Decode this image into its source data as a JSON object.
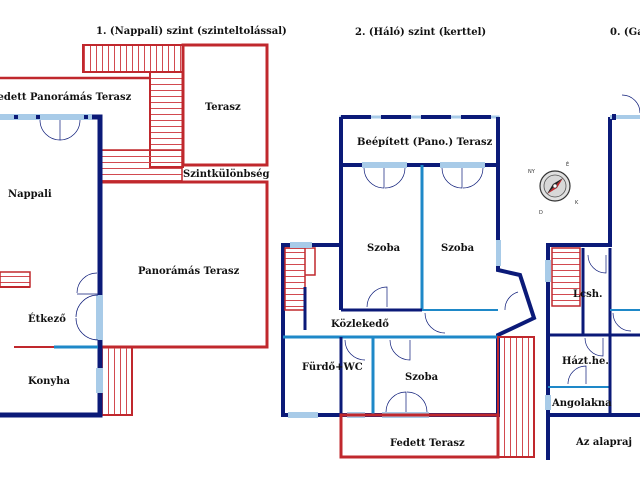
{
  "headings": {
    "floor1": "1. (Nappali) szint (szinteltolással)",
    "floor2": "2. (Háló) szint (kerttel)",
    "floor0": "0. (Ga"
  },
  "floor1": {
    "covered_terrace": "Fedett Panorámás Terasz",
    "terrace": "Terasz",
    "level_difference": "Szintkülönbség",
    "living_room": "Nappali",
    "panoramic_terrace": "Panorámás Terasz",
    "dining": "Étkező",
    "kitchen": "Konyha"
  },
  "floor2": {
    "built_in_terrace": "Beépített (Pano.) Terasz",
    "room_left": "Szoba",
    "room_right": "Szoba",
    "corridor": "Közlekedő",
    "bathroom": "Fürdő+WC",
    "room_bottom": "Szoba",
    "covered_terrace": "Fedett Terasz"
  },
  "floor0": {
    "stair_room": "Lcsh.",
    "utility": "Házt.he.",
    "light_well": "Angolakna",
    "note": "Az alapraj"
  },
  "compass": {
    "labels": [
      "NY",
      "É",
      "D",
      "K"
    ]
  },
  "colors": {
    "wall": "#0b1a78",
    "terrace_outline": "#c0282d",
    "window": "#a8cbe8",
    "door": "#1e88c8",
    "stair": "#d24a50"
  }
}
